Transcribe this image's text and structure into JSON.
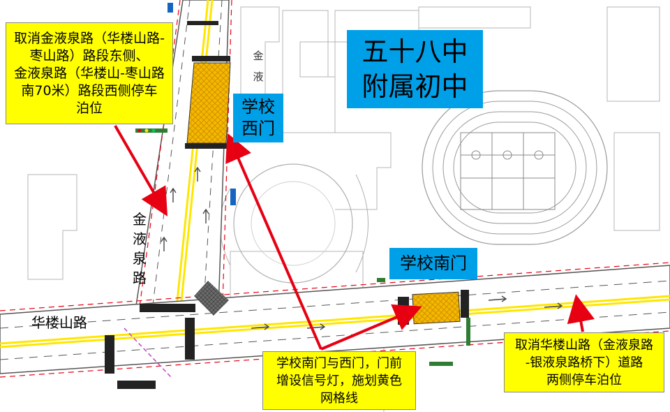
{
  "labels": {
    "school_name": "五十八中\n附属初中",
    "west_gate": "学校\n西门",
    "south_gate": "学校南门",
    "road_jinye_vertical": "金\n液\n泉\n路",
    "road_jinye_small": "金\n液",
    "road_hualoushan": "华楼山路"
  },
  "callouts": {
    "top_left": "取消金液泉路（华楼山路-\n枣山路）路段东侧、\n金液泉路（华楼山-枣山路\n南70米）路段西侧停车\n泊位",
    "bottom_center": "学校南门与西门，门前\n增设信号灯，施划黄色\n网格线",
    "bottom_right": "取消华楼山路（金液泉路\n-银液泉路桥下）道路\n两侧停车泊位"
  },
  "colors": {
    "callout_bg": "#ffff00",
    "label_blue": "#00a0e8",
    "arrow_red": "#e60012",
    "grid_yellow": "#f5b800",
    "road_yellow": "#ffe600"
  }
}
